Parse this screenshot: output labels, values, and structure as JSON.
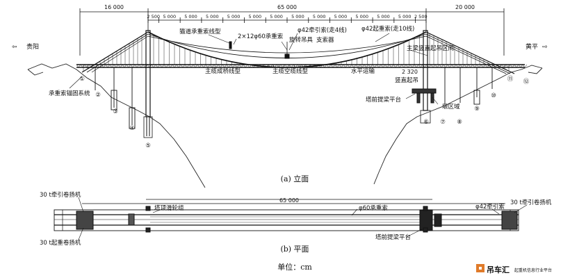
{
  "dimensions": {
    "left_span": "16 000",
    "main_span": "65 000",
    "right_span": "20 000",
    "segments": [
      "2 500",
      "5 000",
      "5 000",
      "5 000",
      "5 000",
      "5 000",
      "5 000",
      "5 000",
      "5 000",
      "5 000",
      "5 000",
      "5 000",
      "5 000",
      "2 500"
    ]
  },
  "directions": {
    "left": "贵阳",
    "right": "黄平"
  },
  "elevation_labels": {
    "catwalk": "猫道承重索线型",
    "bearing_rope": "2×12φ60承重索",
    "traction_rope": "φ42牵引索(走4线)",
    "lifting_rope": "φ42起重索(走10线)",
    "rotating_hanger": "旋转吊具",
    "sling_support": "支索器",
    "vertical_lift_zone": "主梁竖直起吊区间",
    "main_cable_bridge": "主缆成桥线型",
    "main_cable_empty": "主缆空缆线型",
    "horizontal_transport": "水平运输",
    "lift_height": "2 320",
    "vertical_lift": "竖直起吊",
    "anchor_system": "承重索锚固系统",
    "tower_platform": "塔前提梁平台",
    "pile_zone": "墩区域"
  },
  "numbers": [
    "①",
    "②",
    "③",
    "④",
    "⑤",
    "⑥",
    "⑦",
    "⑧",
    "⑨",
    "⑩",
    "⑪",
    "⑫"
  ],
  "elevation_caption": "(a) 立面",
  "plan_labels": {
    "winch_traction_left": "30 t牵引卷扬机",
    "winch_lift_left": "30 t起重卷扬机",
    "tower_pulley": "塔顶滑轮组",
    "main_span": "65 000",
    "bearing_rope": "φ60承重索",
    "traction_rope": "φ42牵引索",
    "winch_traction_right": "30 t牵引卷扬机",
    "tower_platform": "塔前提梁平台"
  },
  "plan_caption": "(b) 平面",
  "unit": "单位：cm",
  "watermark": {
    "brand": "吊车汇",
    "sub": "起重机信息行业平台"
  }
}
